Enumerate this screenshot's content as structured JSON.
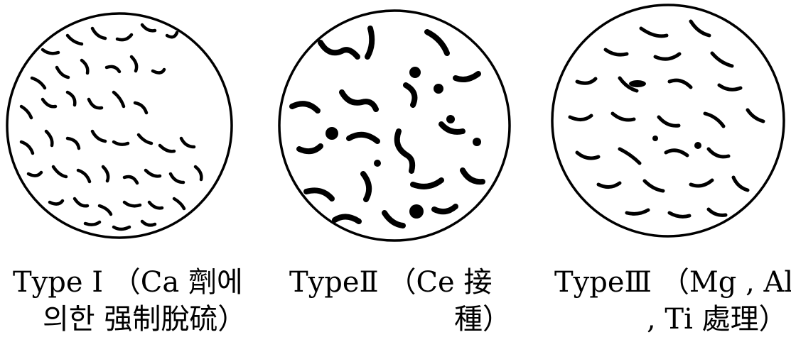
{
  "figures": [
    {
      "id": "type1",
      "caption": {
        "line1": "Type Ⅰ （Ca 劑에",
        "line2": "의한 强制脫硫）"
      }
    },
    {
      "id": "type2",
      "caption": {
        "line1": "TypeⅡ （Ce 接",
        "line2": "種）"
      }
    },
    {
      "id": "type3",
      "caption": {
        "line1": "TypeⅢ （Mg , Al",
        "line2": ", Ti 處理）"
      }
    }
  ],
  "colors": {
    "ink": "#000000",
    "paper": "#ffffff"
  }
}
